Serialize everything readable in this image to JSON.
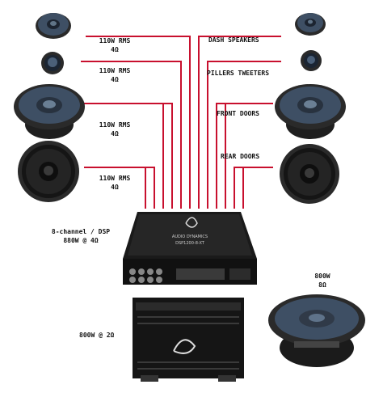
{
  "labels": {
    "left_1_power": "110W RMS",
    "left_1_ohm": "4Ω",
    "left_2_power": "110W RMS",
    "left_2_ohm": "4Ω",
    "left_3_power": "110W RMS",
    "left_3_ohm": "4Ω",
    "left_4_power": "110W RMS",
    "left_4_ohm": "4Ω",
    "dash": "DASH SPEAKERS",
    "pillars": "PILLERS TWEETERS",
    "front": "FRONT DOORS",
    "rear": "REAR DOORS",
    "dsp_line1": "8-channel / DSP",
    "dsp_line2": "880W @ 4Ω",
    "amp": "800W @ 2Ω",
    "sub_power": "800W",
    "sub_ohm": "8Ω"
  },
  "devices": {
    "dsp_brand": "AUDIO DYNAMICS",
    "dsp_model": "DSP1200-8-XT"
  },
  "colors": {
    "wire": "#c8102e",
    "cone": "#3e4f64",
    "basket": "#2a2a2a",
    "chassis": "#151515"
  }
}
